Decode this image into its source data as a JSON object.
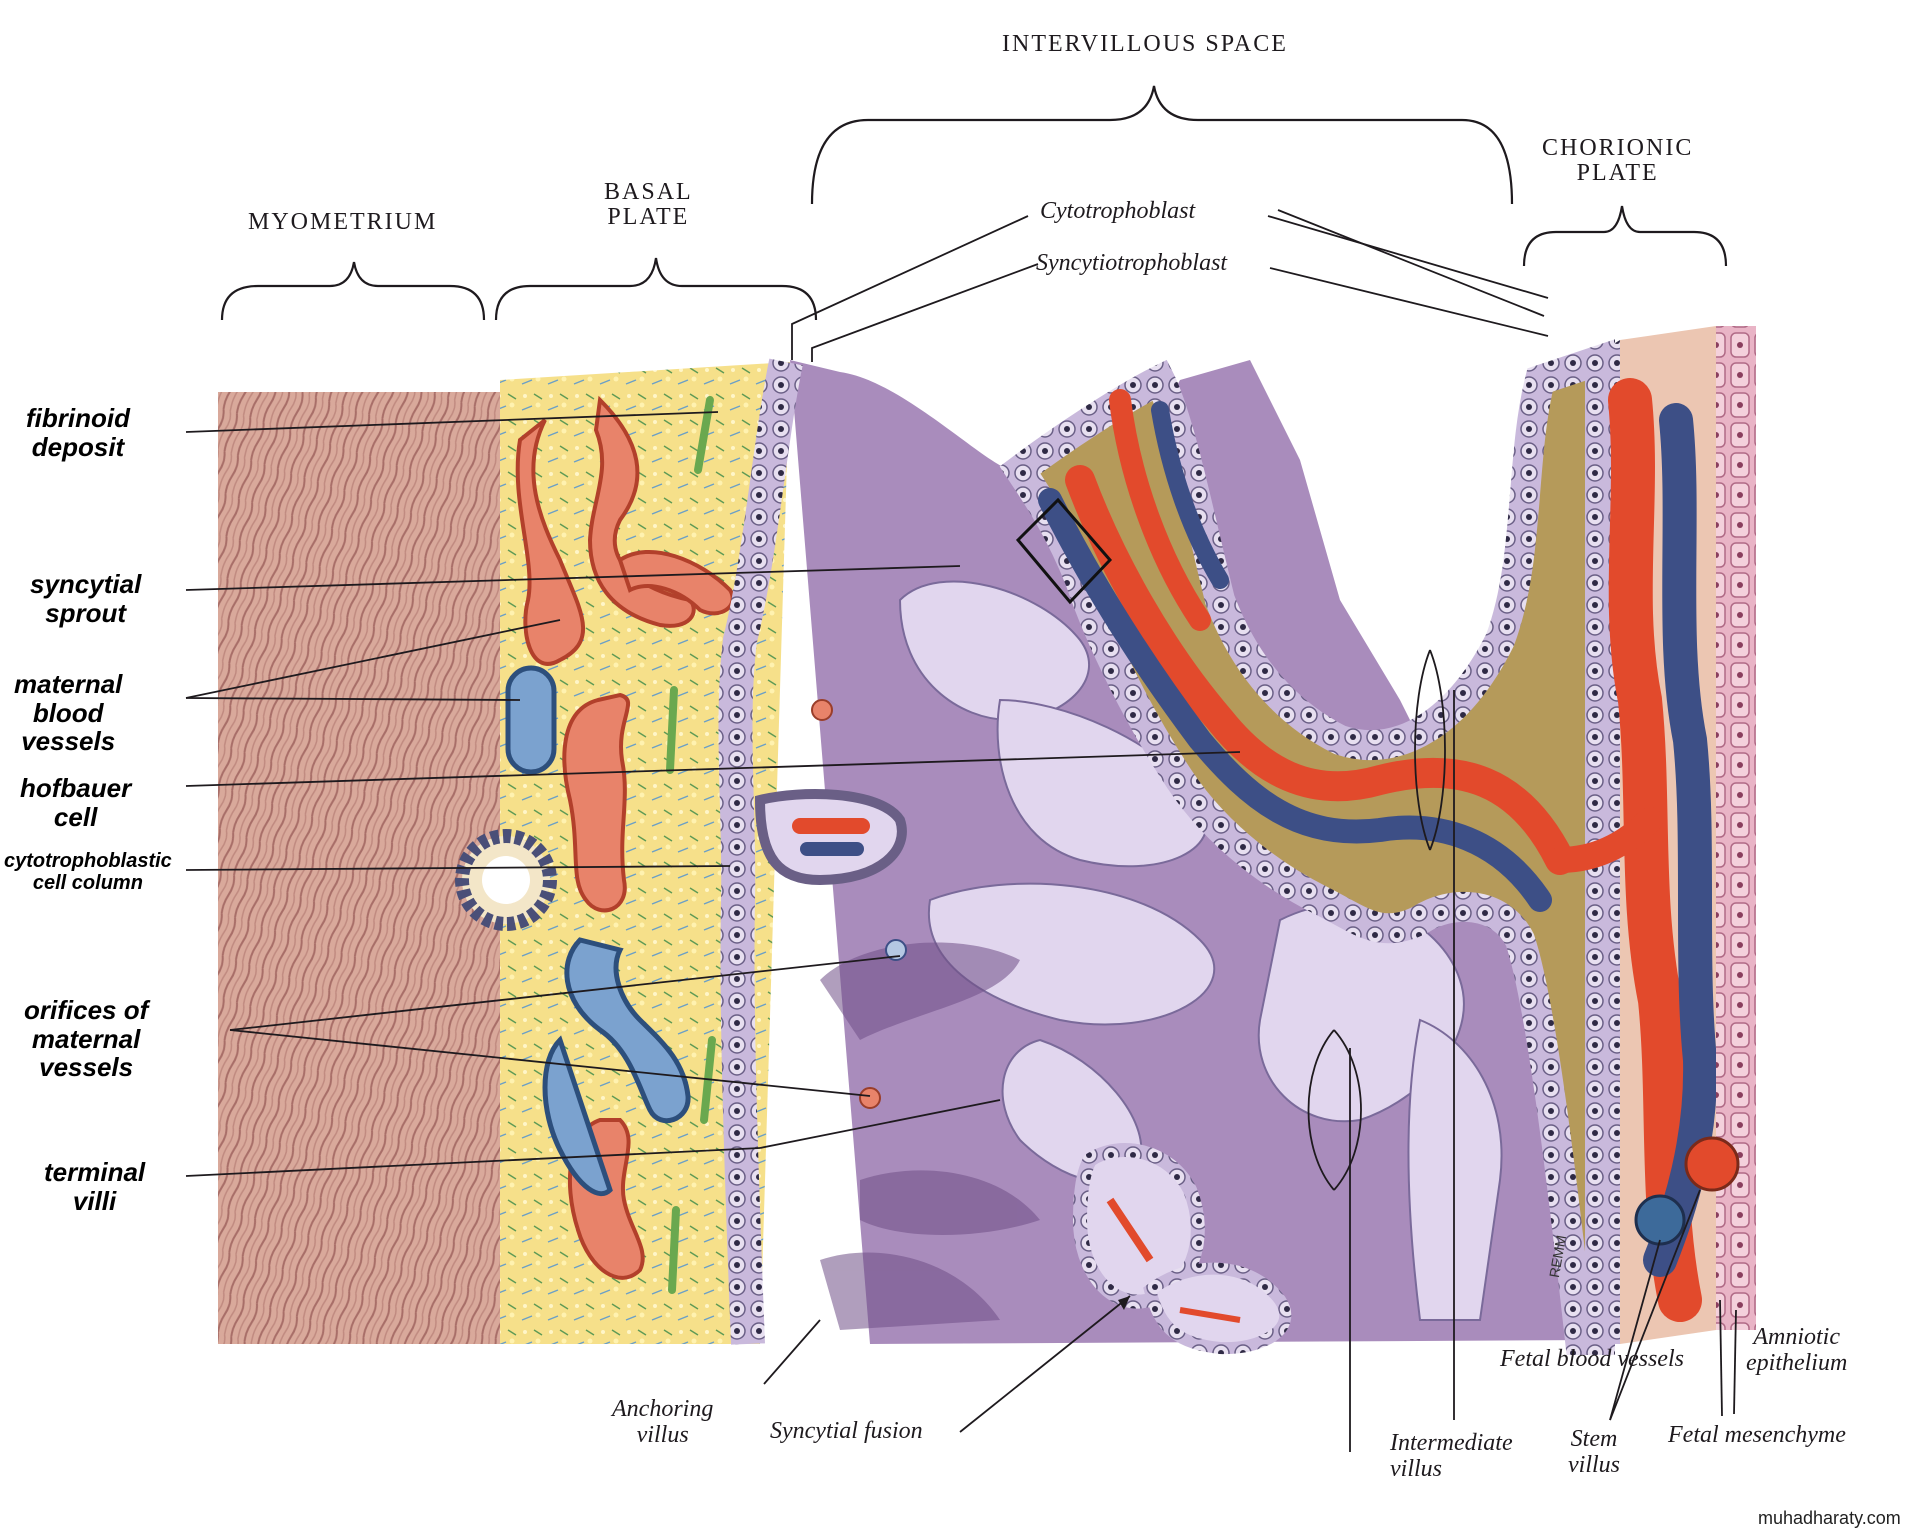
{
  "colors": {
    "myometrium": "#d9a99b",
    "myometrium_fiber": "#a86e68",
    "basal_plate": "#f6e08a",
    "intervillous": "#a98cbc",
    "villus_light": "#e1d6ee",
    "trophoblast": "#8a7ea8",
    "artery": "#e24a2c",
    "vein": "#3d4f86",
    "maternal_vein": "#7ba2cf",
    "chorionic_tissue": "#ecc6b2",
    "amnion": "#e9b4c6",
    "fibrinoid": "#6aa84f"
  },
  "headings": {
    "myometrium": "MYOMETRIUM",
    "basal_plate": [
      "BASAL",
      "PLATE"
    ],
    "intervillous_space": "INTERVILLOUS SPACE",
    "chorionic_plate": [
      "CHORIONIC",
      "PLATE"
    ]
  },
  "labels": {
    "cytotrophoblast": "Cytotrophoblast",
    "syncytiotrophoblast": "Syncytiotrophoblast",
    "anchoring_villus": [
      "Anchoring",
      "villus"
    ],
    "syncytial_fusion": "Syncytial fusion",
    "intermediate_villus": [
      "Intermediate",
      "villus"
    ],
    "stem_villus": [
      "Stem",
      "villus"
    ],
    "fetal_blood_vessels": "Fetal blood vessels",
    "amniotic_epithelium": [
      "Amniotic",
      "epithelium"
    ],
    "fetal_mesenchyme": "Fetal mesenchyme"
  },
  "annotations": {
    "fibrinoid_deposit": [
      "fibrinoid",
      "deposit"
    ],
    "syncytial_sprout": [
      "syncytial",
      "sprout"
    ],
    "maternal_blood_vessels": [
      "maternal",
      "blood",
      "vessels"
    ],
    "hofbauer_cell": [
      "hofbauer",
      "cell"
    ],
    "cytotrophoblastic_cell_column": [
      "cytotrophoblastic",
      "cell column"
    ],
    "orifices_of_maternal_vessels": [
      "orifices of",
      "maternal",
      "vessels"
    ],
    "terminal_villi": [
      "terminal",
      "villi"
    ]
  },
  "signature": "REMM",
  "watermark": "muhadharaty.com"
}
